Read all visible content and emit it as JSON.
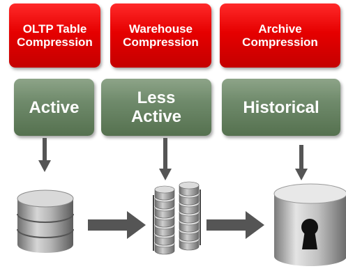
{
  "compression": [
    {
      "line1": "OLTP Table",
      "line2": "Compression"
    },
    {
      "line1": "Warehouse",
      "line2": "Compression"
    },
    {
      "line1": "Archive",
      "line2": "Compression"
    }
  ],
  "tiers": [
    {
      "line1": "Active",
      "line2": ""
    },
    {
      "line1": "Less",
      "line2": "Active"
    },
    {
      "line1": "Historical",
      "line2": ""
    }
  ],
  "colors": {
    "compression_box": "#e60000",
    "tier_box": "#6f8a6b",
    "arrow": "#555555",
    "storage": "#9a9a9a"
  },
  "icons": {
    "active_storage": "stacked-disk-icon",
    "less_active_storage": "disk-array-icon",
    "historical_storage": "locked-disk-icon"
  }
}
